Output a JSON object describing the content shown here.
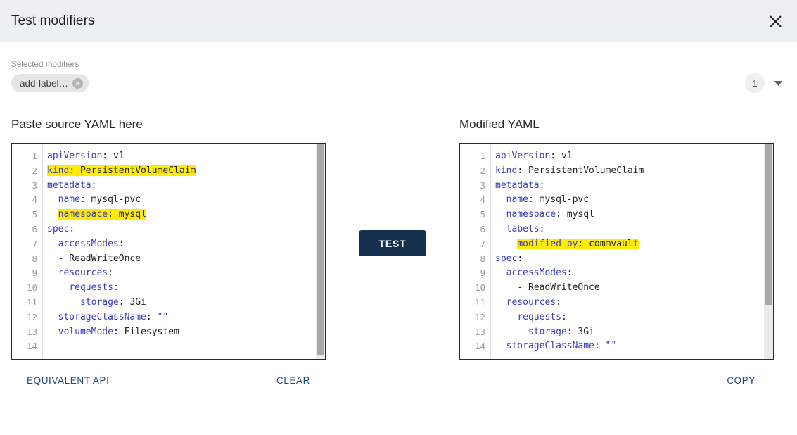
{
  "header": {
    "title": "Test modifiers",
    "close_icon": "close-icon"
  },
  "modifiers": {
    "label": "Selected modifiers",
    "chips": [
      {
        "label": "add-label…",
        "remove_icon": "remove-circle-icon"
      }
    ],
    "count": "1",
    "dropdown_icon": "chevron-down-icon"
  },
  "left_panel": {
    "title": "Paste source YAML here",
    "lines": [
      {
        "n": "1",
        "indent": "",
        "key": "apiVersion",
        "sep": ": ",
        "value": "v1",
        "highlight": false
      },
      {
        "n": "2",
        "indent": "",
        "key": "kind",
        "sep": ": ",
        "value": "PersistentVolumeClaim",
        "highlight": true
      },
      {
        "n": "3",
        "indent": "",
        "key": "metadata",
        "sep": ":",
        "value": "",
        "highlight": false
      },
      {
        "n": "4",
        "indent": "  ",
        "key": "name",
        "sep": ": ",
        "value": "mysql-pvc",
        "highlight": false
      },
      {
        "n": "5",
        "indent": "  ",
        "key": "namespace",
        "sep": ": ",
        "value": "mysql",
        "highlight": true
      },
      {
        "n": "6",
        "indent": "",
        "key": "spec",
        "sep": ":",
        "value": "",
        "highlight": false
      },
      {
        "n": "7",
        "indent": "  ",
        "key": "accessModes",
        "sep": ":",
        "value": "",
        "highlight": false
      },
      {
        "n": "8",
        "indent": "  ",
        "key": "",
        "sep": "",
        "value": "- ReadWriteOnce",
        "highlight": false
      },
      {
        "n": "9",
        "indent": "  ",
        "key": "resources",
        "sep": ":",
        "value": "",
        "highlight": false
      },
      {
        "n": "10",
        "indent": "    ",
        "key": "requests",
        "sep": ":",
        "value": "",
        "highlight": false
      },
      {
        "n": "11",
        "indent": "      ",
        "key": "storage",
        "sep": ": ",
        "value": "3Gi",
        "highlight": false
      },
      {
        "n": "12",
        "indent": "  ",
        "key": "storageClassName",
        "sep": ": ",
        "value": "\"\"",
        "highlight": false
      },
      {
        "n": "13",
        "indent": "  ",
        "key": "volumeMode",
        "sep": ": ",
        "value": "Filesystem",
        "highlight": false
      },
      {
        "n": "14",
        "indent": "",
        "key": "",
        "sep": "",
        "value": "",
        "highlight": false
      }
    ],
    "scroll_thumb_pct": 98,
    "scroll_top_pct": 0,
    "equivalent_api_label": "EQUIVALENT API",
    "clear_label": "CLEAR"
  },
  "right_panel": {
    "title": "Modified YAML",
    "lines": [
      {
        "n": "1",
        "indent": "",
        "key": "apiVersion",
        "sep": ": ",
        "value": "v1",
        "highlight": false
      },
      {
        "n": "2",
        "indent": "",
        "key": "kind",
        "sep": ": ",
        "value": "PersistentVolumeClaim",
        "highlight": false
      },
      {
        "n": "3",
        "indent": "",
        "key": "metadata",
        "sep": ":",
        "value": "",
        "highlight": false
      },
      {
        "n": "4",
        "indent": "  ",
        "key": "name",
        "sep": ": ",
        "value": "mysql-pvc",
        "highlight": false
      },
      {
        "n": "5",
        "indent": "  ",
        "key": "namespace",
        "sep": ": ",
        "value": "mysql",
        "highlight": false
      },
      {
        "n": "6",
        "indent": "  ",
        "key": "labels",
        "sep": ":",
        "value": "",
        "highlight": false
      },
      {
        "n": "7",
        "indent": "    ",
        "key": "modified-by",
        "sep": ": ",
        "value": "commvault",
        "highlight": true
      },
      {
        "n": "8",
        "indent": "",
        "key": "spec",
        "sep": ":",
        "value": "",
        "highlight": false
      },
      {
        "n": "9",
        "indent": "  ",
        "key": "accessModes",
        "sep": ":",
        "value": "",
        "highlight": false
      },
      {
        "n": "10",
        "indent": "    ",
        "key": "",
        "sep": "",
        "value": "- ReadWriteOnce",
        "highlight": false
      },
      {
        "n": "11",
        "indent": "  ",
        "key": "resources",
        "sep": ":",
        "value": "",
        "highlight": false
      },
      {
        "n": "12",
        "indent": "    ",
        "key": "requests",
        "sep": ":",
        "value": "",
        "highlight": false
      },
      {
        "n": "13",
        "indent": "      ",
        "key": "storage",
        "sep": ": ",
        "value": "3Gi",
        "highlight": false
      },
      {
        "n": "14",
        "indent": "  ",
        "key": "storageClassName",
        "sep": ": ",
        "value": "\"\"",
        "highlight": false
      }
    ],
    "scroll_thumb_pct": 75,
    "scroll_top_pct": 0,
    "copy_label": "COPY"
  },
  "actions": {
    "test_label": "TEST"
  },
  "colors": {
    "header_bg": "#eceff4",
    "test_button": "#15304f",
    "highlight": "#ffec00",
    "yaml_key": "#3b3bbf",
    "link": "#1d4a7a"
  }
}
